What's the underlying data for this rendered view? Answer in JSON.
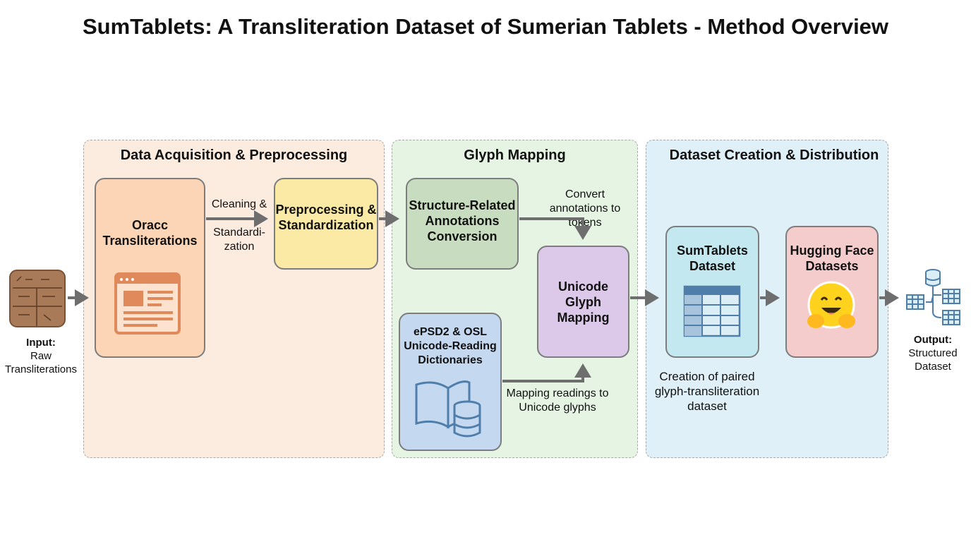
{
  "title": "SumTablets: A Transliteration Dataset of Sumerian Tablets - Method Overview",
  "panels": {
    "acquisition": "Data Acquisition & Preprocessing",
    "glyph": "Glyph Mapping",
    "dataset": "Dataset Creation & Distribution"
  },
  "input": {
    "label": "Input:",
    "text": "Raw Transliterations"
  },
  "output": {
    "label": "Output:",
    "text": "Structured Dataset"
  },
  "boxes": {
    "oracc": "Oracc Transliterations",
    "preprocessing": "Preprocessing & Standardization",
    "structure": "Structure-Related Annotations Conversion",
    "unicode": "Unicode Glyph Mapping",
    "epsd": "ePSD2 & OSL Unicode-Reading Dictionaries",
    "sumtablets": "SumTablets Dataset",
    "huggingface": "Hugging Face Datasets"
  },
  "edges": {
    "cleaning_top": "Cleaning &",
    "cleaning_bottom": "Standardi- zation",
    "convert": "Convert annotations to tokens",
    "mapping": "Mapping readings to Unicode glyphs",
    "creation": "Creation of paired glyph-transliteration dataset"
  },
  "colors": {
    "arrow": "#6e6e6e",
    "oracc": "#fbd5b5",
    "preprocessing": "#fbe9a6",
    "structure": "#c8dcc0",
    "unicode": "#dcc8e8",
    "epsd": "#c4d8f0",
    "sumtablets": "#c4e8f0",
    "huggingface": "#f5cccc"
  }
}
